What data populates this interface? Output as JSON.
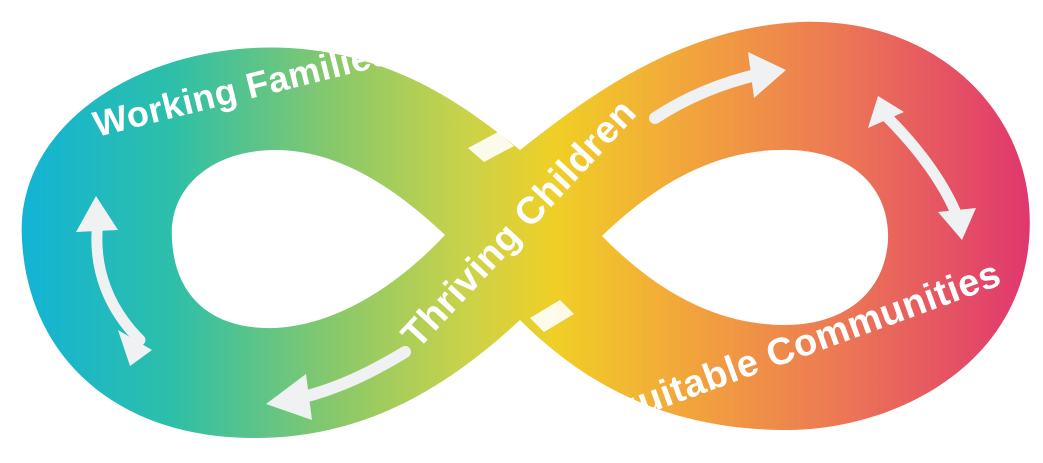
{
  "diagram": {
    "labels": {
      "left_loop": "Working Families",
      "center_band": "Thriving Children",
      "right_loop": "Equitable Communities"
    },
    "colors": {
      "cyan": "#12B3D6",
      "teal": "#2DBFA9",
      "green": "#8CC968",
      "lime": "#C9D24A",
      "yellow": "#F0CF26",
      "orange": "#F2A53B",
      "coral": "#EC7556",
      "magenta": "#E0376E",
      "arrow": "#EFF1F2",
      "background": "#FFFFFF"
    },
    "icons": [
      "double-arrow-left-icon",
      "arrow-right-icon",
      "double-arrow-right-icon",
      "arrow-left-icon"
    ]
  }
}
